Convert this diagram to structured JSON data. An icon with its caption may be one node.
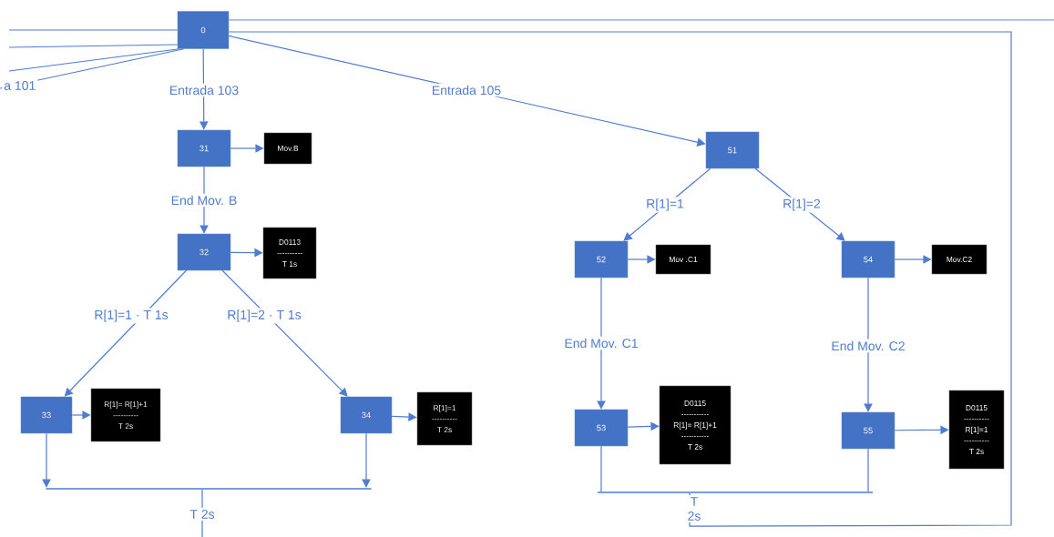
{
  "diagram": {
    "nodes": [
      {
        "text": [
          "0"
        ]
      },
      {
        "text": [
          "31"
        ]
      },
      {
        "text": [
          "Mov.B"
        ]
      },
      {
        "text": [
          "32"
        ]
      },
      {
        "text": [
          "D0113",
          "----------",
          "T 1s"
        ]
      },
      {
        "text": [
          "33"
        ]
      },
      {
        "text": [
          "R[1]= R[1]+1",
          "----------",
          "T 2s"
        ]
      },
      {
        "text": [
          "34"
        ]
      },
      {
        "text": [
          "R[1]=1",
          "----------",
          "T 2s"
        ]
      },
      {
        "text": [
          "51"
        ]
      },
      {
        "text": [
          "52"
        ]
      },
      {
        "text": [
          "Mov .C1"
        ]
      },
      {
        "text": [
          "54"
        ]
      },
      {
        "text": [
          "Mov.C2"
        ]
      },
      {
        "text": [
          "53"
        ]
      },
      {
        "text": [
          "D0115",
          "-----------",
          "R[1]= R[1]+1",
          "-----------",
          "T 2s"
        ]
      },
      {
        "text": [
          "55"
        ]
      },
      {
        "text": [
          "D0115",
          "----------",
          "R[1]=1",
          "----------",
          "T 2s"
        ]
      },
      {
        "text": [],
        "shape": "bar"
      },
      {
        "text": [],
        "shape": "bar"
      }
    ],
    "edges": [
      {
        "from": 0,
        "to": null,
        "arrow": "none"
      },
      {
        "from": 0,
        "to": null,
        "arrow": "none"
      },
      {
        "from": 0,
        "to": null,
        "arrow": "none"
      },
      {
        "from": 0,
        "to": null,
        "arrow": "none"
      },
      {
        "from": 0,
        "to": null,
        "arrow": "none",
        "label": "a 101"
      },
      {
        "from": 0,
        "to": 1,
        "arrow": "to",
        "label": "Entrada 103"
      },
      {
        "from": 0,
        "to": 9,
        "arrow": "to",
        "label": "Entrada 105"
      },
      {
        "from": 1,
        "to": 2,
        "arrow": "to"
      },
      {
        "from": 1,
        "to": 3,
        "arrow": "to",
        "label": "End Mov. B"
      },
      {
        "from": 3,
        "to": 4,
        "arrow": "to"
      },
      {
        "from": 3,
        "to": 5,
        "arrow": "to",
        "label": "R[1]=1 · T 1s"
      },
      {
        "from": 3,
        "to": 7,
        "arrow": "to",
        "label": "R[1]=2 · T 1s"
      },
      {
        "from": 5,
        "to": 6,
        "arrow": "to"
      },
      {
        "from": 7,
        "to": 8,
        "arrow": "to"
      },
      {
        "from": 5,
        "to": 18,
        "arrow": "to"
      },
      {
        "from": 7,
        "to": 18,
        "arrow": "to"
      },
      {
        "from": 18,
        "to": null,
        "arrow": "none",
        "label": "T 2s"
      },
      {
        "from": 9,
        "to": 10,
        "arrow": "to",
        "label": "R[1]=1"
      },
      {
        "from": 9,
        "to": 12,
        "arrow": "to",
        "label": "R[1]=2"
      },
      {
        "from": 10,
        "to": 11,
        "arrow": "to"
      },
      {
        "from": 12,
        "to": 13,
        "arrow": "to"
      },
      {
        "from": 10,
        "to": 14,
        "arrow": "to",
        "label": "End Mov. C1"
      },
      {
        "from": 12,
        "to": 16,
        "arrow": "to",
        "label": "End Mov. C2"
      },
      {
        "from": 14,
        "to": 15,
        "arrow": "to"
      },
      {
        "from": 16,
        "to": 17,
        "arrow": "to"
      },
      {
        "from": 14,
        "to": 19,
        "arrow": "none"
      },
      {
        "from": 16,
        "to": 19,
        "arrow": "none"
      },
      {
        "from": 19,
        "to": 0,
        "arrow": "none",
        "label": "T 2s"
      }
    ]
  }
}
